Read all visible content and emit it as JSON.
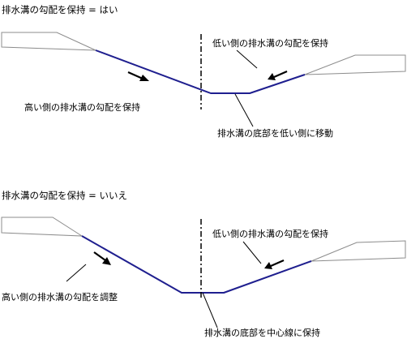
{
  "panels": [
    {
      "title": "排水溝の勾配を保持 = はい",
      "labels": {
        "right_slope": "低い側の排水溝の勾配を保持",
        "left_slope": "高い側の排水溝の勾配を保持",
        "bottom": "排水溝の底部を低い側に移動"
      }
    },
    {
      "title": "排水溝の勾配を保持 = いいえ",
      "labels": {
        "right_slope": "低い側の排水溝の勾配を保持",
        "left_slope": "高い側の排水溝の勾配を調整",
        "bottom": "排水溝の底部を中心線に保持"
      }
    }
  ],
  "colors": {
    "ditch": "#1f1f8f",
    "bank": "#8c8c8c",
    "text": "#000000"
  }
}
